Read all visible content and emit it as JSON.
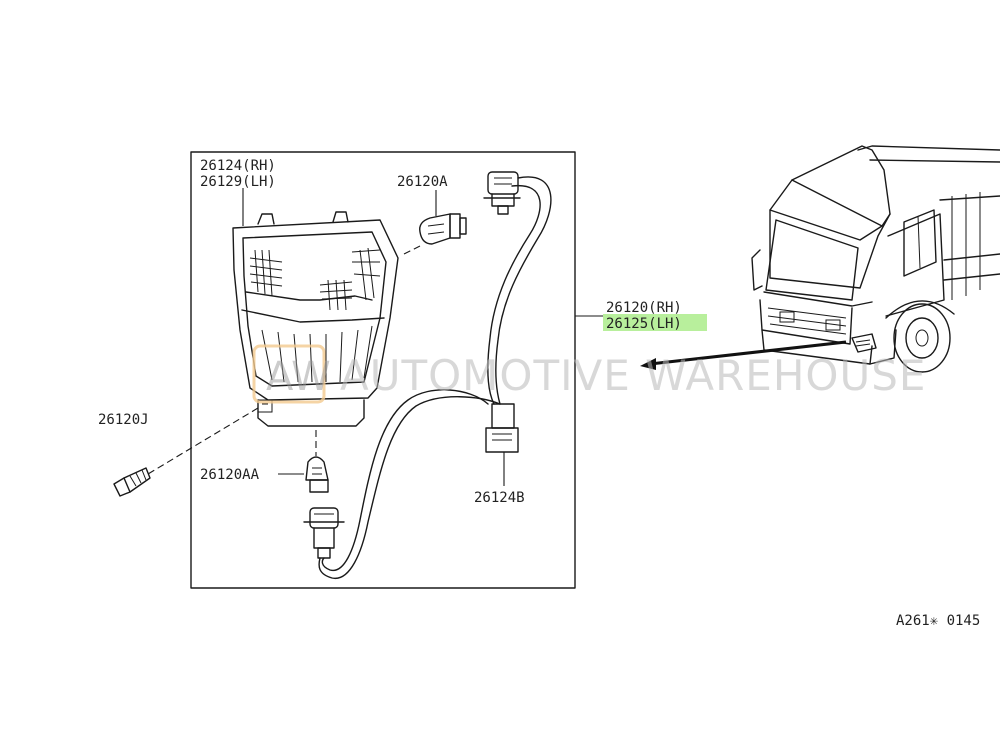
{
  "labels": {
    "lamp_rh": "26124(RH)",
    "lamp_lh": "26129(LH)",
    "bulb_top": "26120A",
    "screw": "26120J",
    "bulb_bottom": "26120AA",
    "connector": "26124B",
    "assy_rh": "26120(RH)",
    "assy_lh": "26125(LH)",
    "ref_code": "A261✳ 0145"
  },
  "watermark": {
    "logo": "AW",
    "text": "AUTOMOTIVE WAREHOUSE"
  },
  "colors": {
    "highlight": "#b8ef9c",
    "watermark_accent": "#f3c98e",
    "line": "#1a1a1a"
  }
}
